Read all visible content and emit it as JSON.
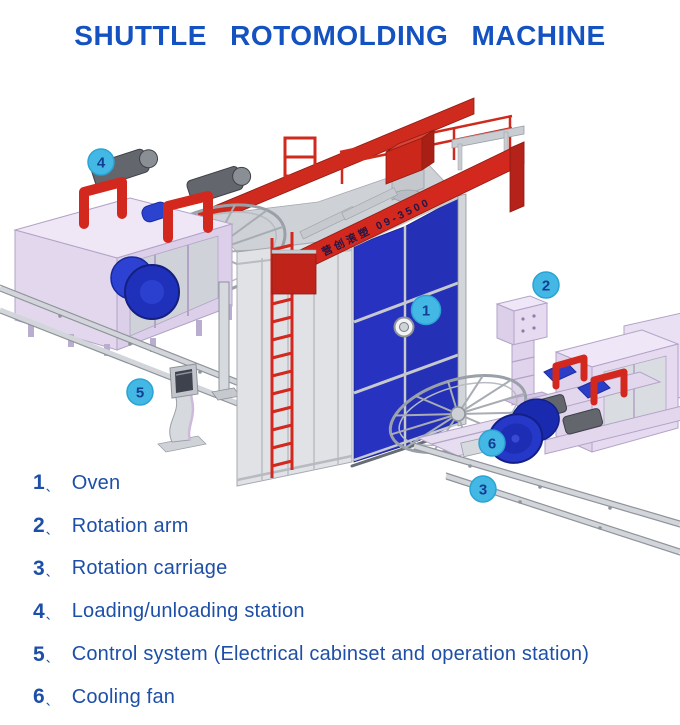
{
  "title": {
    "text": "SHUTTLE ROTOMOLDING MACHINE"
  },
  "diagram": {
    "beam_text": "营创滚塑 09-3500",
    "callouts": [
      {
        "num": "1",
        "label": "Oven"
      },
      {
        "num": "2",
        "label": "Rotation arm"
      },
      {
        "num": "3",
        "label": "Rotation carriage"
      },
      {
        "num": "4",
        "label": "Loading/unloading station"
      },
      {
        "num": "5",
        "label": "Control system (Electrical cabinset and operation station)"
      },
      {
        "num": "6",
        "label": "Cooling fan"
      }
    ],
    "colors": {
      "title_blue": "#1352c0",
      "legend_blue": "#1d4fa8",
      "callout_fill": "#44b8e5",
      "callout_number": "#123f92",
      "machine_red": "#d2281e",
      "door_blue": "#2732c0",
      "motor_blue": "#2134c6",
      "cabinet_lavender": "#e6daf1",
      "frame_gray": "#cdd0d5"
    }
  },
  "legend": {
    "separator": "、",
    "items": [
      {
        "num": "1",
        "label": "Oven"
      },
      {
        "num": "2",
        "label": "Rotation arm"
      },
      {
        "num": "3",
        "label": "Rotation carriage"
      },
      {
        "num": "4",
        "label": "Loading/unloading station"
      },
      {
        "num": "5",
        "label": "Control system (Electrical cabinset and operation station)"
      },
      {
        "num": "6",
        "label": "Cooling fan"
      }
    ]
  }
}
